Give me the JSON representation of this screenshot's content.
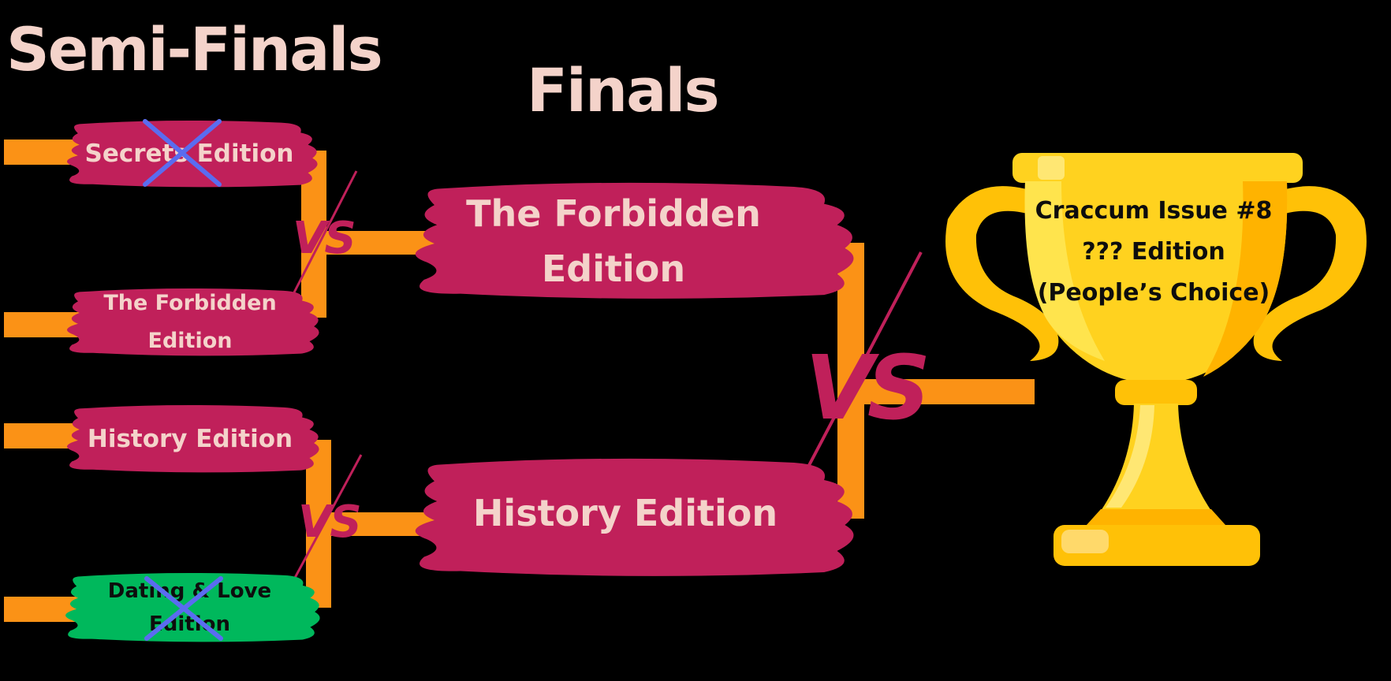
{
  "headings": {
    "semi_finals": "Semi-Finals",
    "finals": "Finals"
  },
  "semi_finals": [
    {
      "line1": "Secrets Edition",
      "line2": "",
      "eliminated": true,
      "color": "#c0205a"
    },
    {
      "line1": "The Forbidden",
      "line2": "Edition",
      "eliminated": false,
      "color": "#c0205a"
    },
    {
      "line1": "History Edition",
      "line2": "",
      "eliminated": false,
      "color": "#c0205a"
    },
    {
      "line1": "Dating & Love",
      "line2": "Edition",
      "eliminated": true,
      "color": "#00b85c"
    }
  ],
  "finals": [
    {
      "line1": "The Forbidden",
      "line2": "Edition"
    },
    {
      "line1": "History Edition",
      "line2": ""
    }
  ],
  "vs_label": "VS",
  "trophy": {
    "line1": "Craccum Issue #8",
    "line2": "??? Edition",
    "line3": "(People’s Choice)"
  },
  "colors": {
    "background": "#000000",
    "heading": "#f4d3ca",
    "connector": "#fb9216",
    "brush_primary": "#c0205a",
    "brush_eliminated": "#00b85c",
    "cross": "#5a6cf0",
    "trophy_gold": "#ffd21f"
  },
  "icons": [
    "trophy-icon",
    "cross-out-icon"
  ]
}
